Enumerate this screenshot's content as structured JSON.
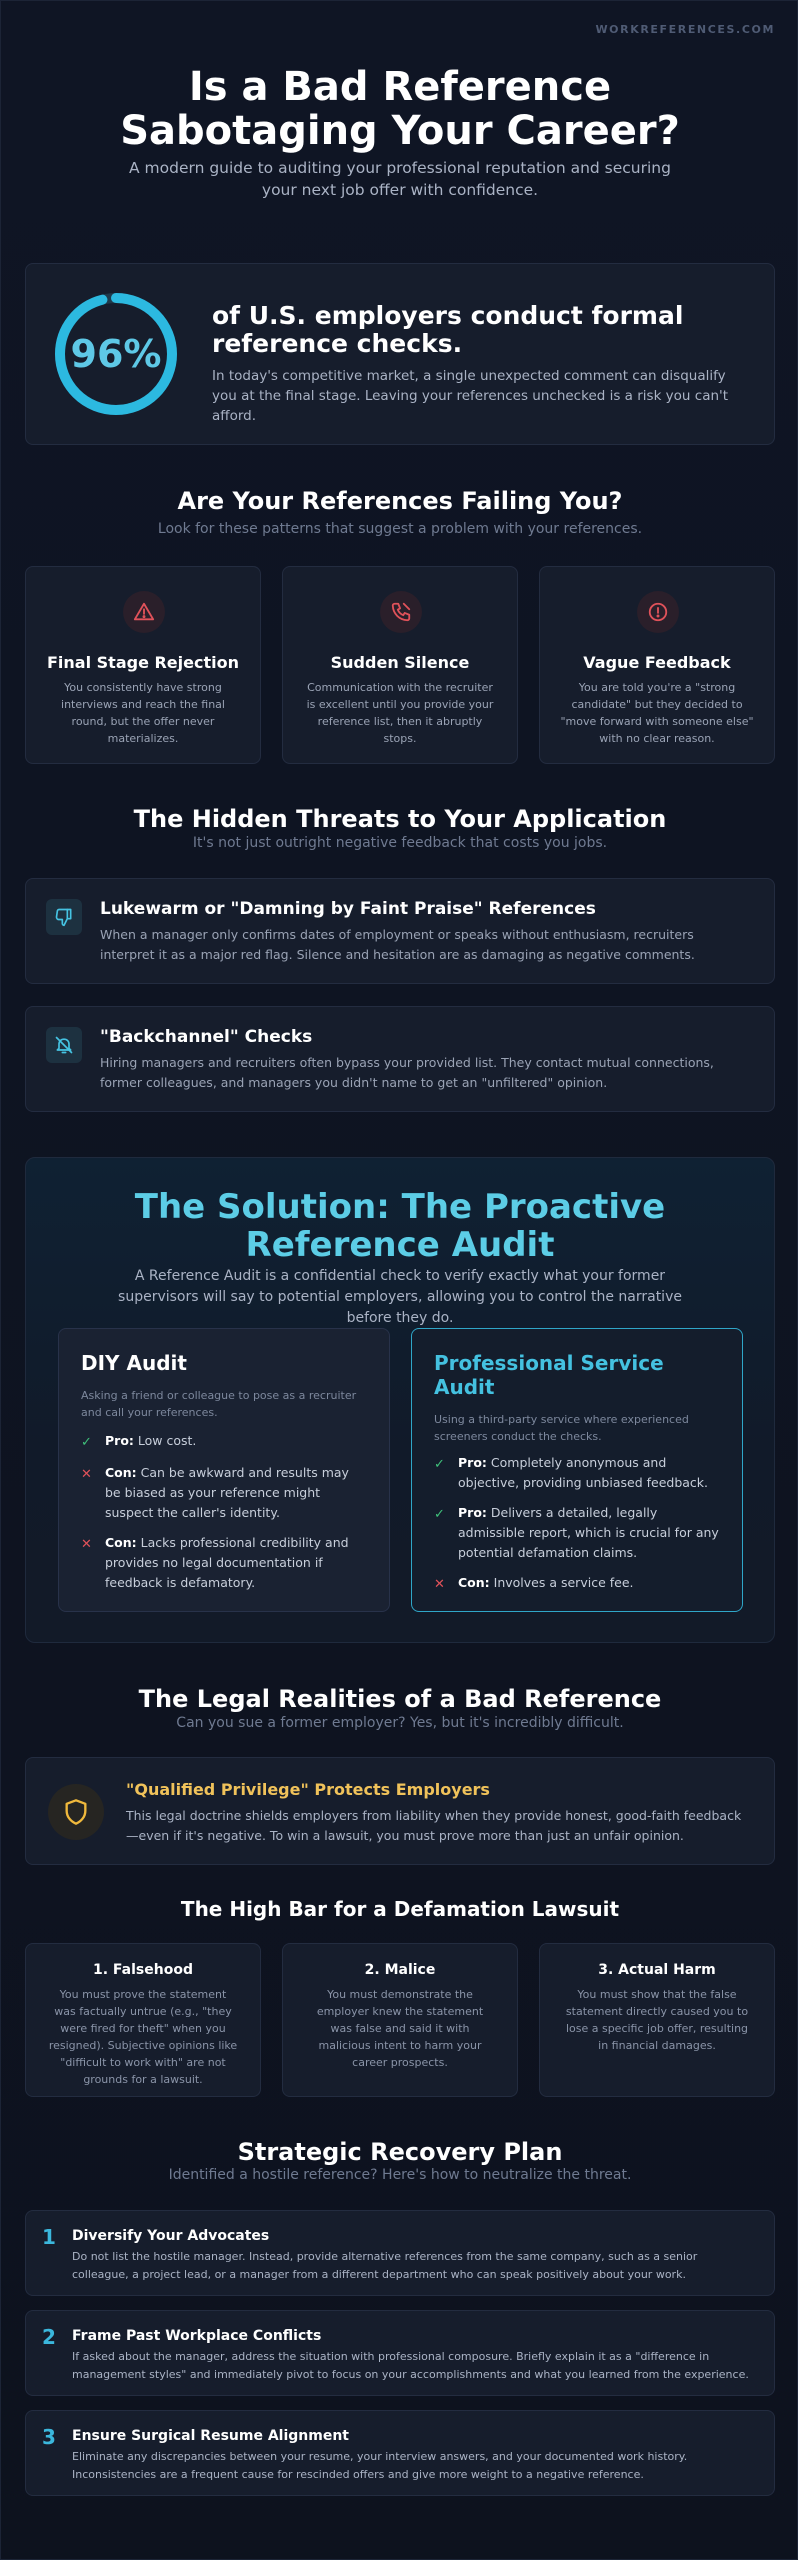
{
  "brand": "WORKREFERENCES.COM",
  "hero": {
    "title": "Is a Bad Reference Sabotaging Your Career?",
    "subtitle": "A modern guide to auditing your professional reputation and securing your next job offer with confidence."
  },
  "stat": {
    "value": "96%",
    "fraction": 0.96,
    "headline": "of U.S. employers conduct formal reference checks.",
    "body": "In today's competitive market, a single unexpected comment can disqualify you at the final stage. Leaving your references unchecked is a risk you can't afford."
  },
  "patterns": {
    "title": "Are Your References Failing You?",
    "subtitle": "Look for these patterns that suggest a problem with your references.",
    "items": [
      {
        "icon": "warning-triangle-icon",
        "title": "Final Stage Rejection",
        "text": "You consistently have strong interviews and reach the final round, but the offer never materializes."
      },
      {
        "icon": "phone-icon",
        "title": "Sudden Silence",
        "text": "Communication with the recruiter is excellent until you provide your reference list, then it abruptly stops."
      },
      {
        "icon": "alert-circle-icon",
        "title": "Vague Feedback",
        "text": "You are told you're a \"strong candidate\" but they decided to \"move forward with someone else\" with no clear reason."
      }
    ]
  },
  "threats": {
    "title": "The Hidden Threats to Your Application",
    "subtitle": "It's not just outright negative feedback that costs you jobs.",
    "items": [
      {
        "icon": "thumbs-down-icon",
        "title": "Lukewarm or \"Damning by Faint Praise\" References",
        "text": "When a manager only confirms dates of employment or speaks without enthusiasm, recruiters interpret it as a major red flag. Silence and hesitation are as damaging as negative comments."
      },
      {
        "icon": "bell-off-icon",
        "title": "\"Backchannel\" Checks",
        "text": "Hiring managers and recruiters often bypass your provided list. They contact mutual connections, former colleagues, and managers you didn't name to get an \"unfiltered\" opinion."
      }
    ]
  },
  "solution": {
    "title": "The Solution: The Proactive Reference Audit",
    "subtitle": "A Reference Audit is a confidential check to verify exactly what your former supervisors will say to potential employers, allowing you to control the narrative before they do.",
    "diy": {
      "title": "DIY Audit",
      "desc": "Asking a friend or colleague to pose as a recruiter and call your references.",
      "points": [
        {
          "kind": "Pro:",
          "text": " Low cost."
        },
        {
          "kind": "Con:",
          "text": " Can be awkward and results may be biased as your reference might suspect the caller's identity."
        },
        {
          "kind": "Con:",
          "text": " Lacks professional credibility and provides no legal documentation if feedback is defamatory."
        }
      ]
    },
    "pro": {
      "title": "Professional Service Audit",
      "desc": "Using a third-party service where experienced screeners conduct the checks.",
      "points": [
        {
          "kind": "Pro:",
          "text": " Completely anonymous and objective, providing unbiased feedback."
        },
        {
          "kind": "Pro:",
          "text": " Delivers a detailed, legally admissible report, which is crucial for any potential defamation claims."
        },
        {
          "kind": "Con:",
          "text": " Involves a service fee."
        }
      ]
    }
  },
  "legal": {
    "title": "The Legal Realities of a Bad Reference",
    "subtitle": "Can you sue a former employer? Yes, but it's incredibly difficult.",
    "privilege_title": "\"Qualified Privilege\" Protects Employers",
    "privilege_text": "This legal doctrine shields employers from liability when they provide honest, good-faith feedback—even if it's negative. To win a lawsuit, you must prove more than just an unfair opinion.",
    "bar_title": "The High Bar for a Defamation Lawsuit",
    "bars": [
      {
        "title": "1. Falsehood",
        "text": "You must prove the statement was factually untrue (e.g., \"they were fired for theft\" when you resigned). Subjective opinions like \"difficult to work with\" are not grounds for a lawsuit."
      },
      {
        "title": "2. Malice",
        "text": "You must demonstrate the employer knew the statement was false and said it with malicious intent to harm your career prospects."
      },
      {
        "title": "3. Actual Harm",
        "text": "You must show that the false statement directly caused you to lose a specific job offer, resulting in financial damages."
      }
    ]
  },
  "recovery": {
    "title": "Strategic Recovery Plan",
    "subtitle": "Identified a hostile reference? Here's how to neutralize the threat.",
    "steps": [
      {
        "num": "1",
        "title": "Diversify Your Advocates",
        "text": "Do not list the hostile manager. Instead, provide alternative references from the same company, such as a senior colleague, a project lead, or a manager from a different department who can speak positively about your work."
      },
      {
        "num": "2",
        "title": "Frame Past Workplace Conflicts",
        "text": "If asked about the manager, address the situation with professional composure. Briefly explain it as a \"difference in management styles\" and immediately pivot to focus on your accomplishments and what you learned from the experience."
      },
      {
        "num": "3",
        "title": "Ensure Surgical Resume Alignment",
        "text": "Eliminate any discrepancies between your resume, your interview answers, and your documented work history. Inconsistencies are a frequent cause for rescinded offers and give more weight to a negative reference."
      }
    ]
  }
}
